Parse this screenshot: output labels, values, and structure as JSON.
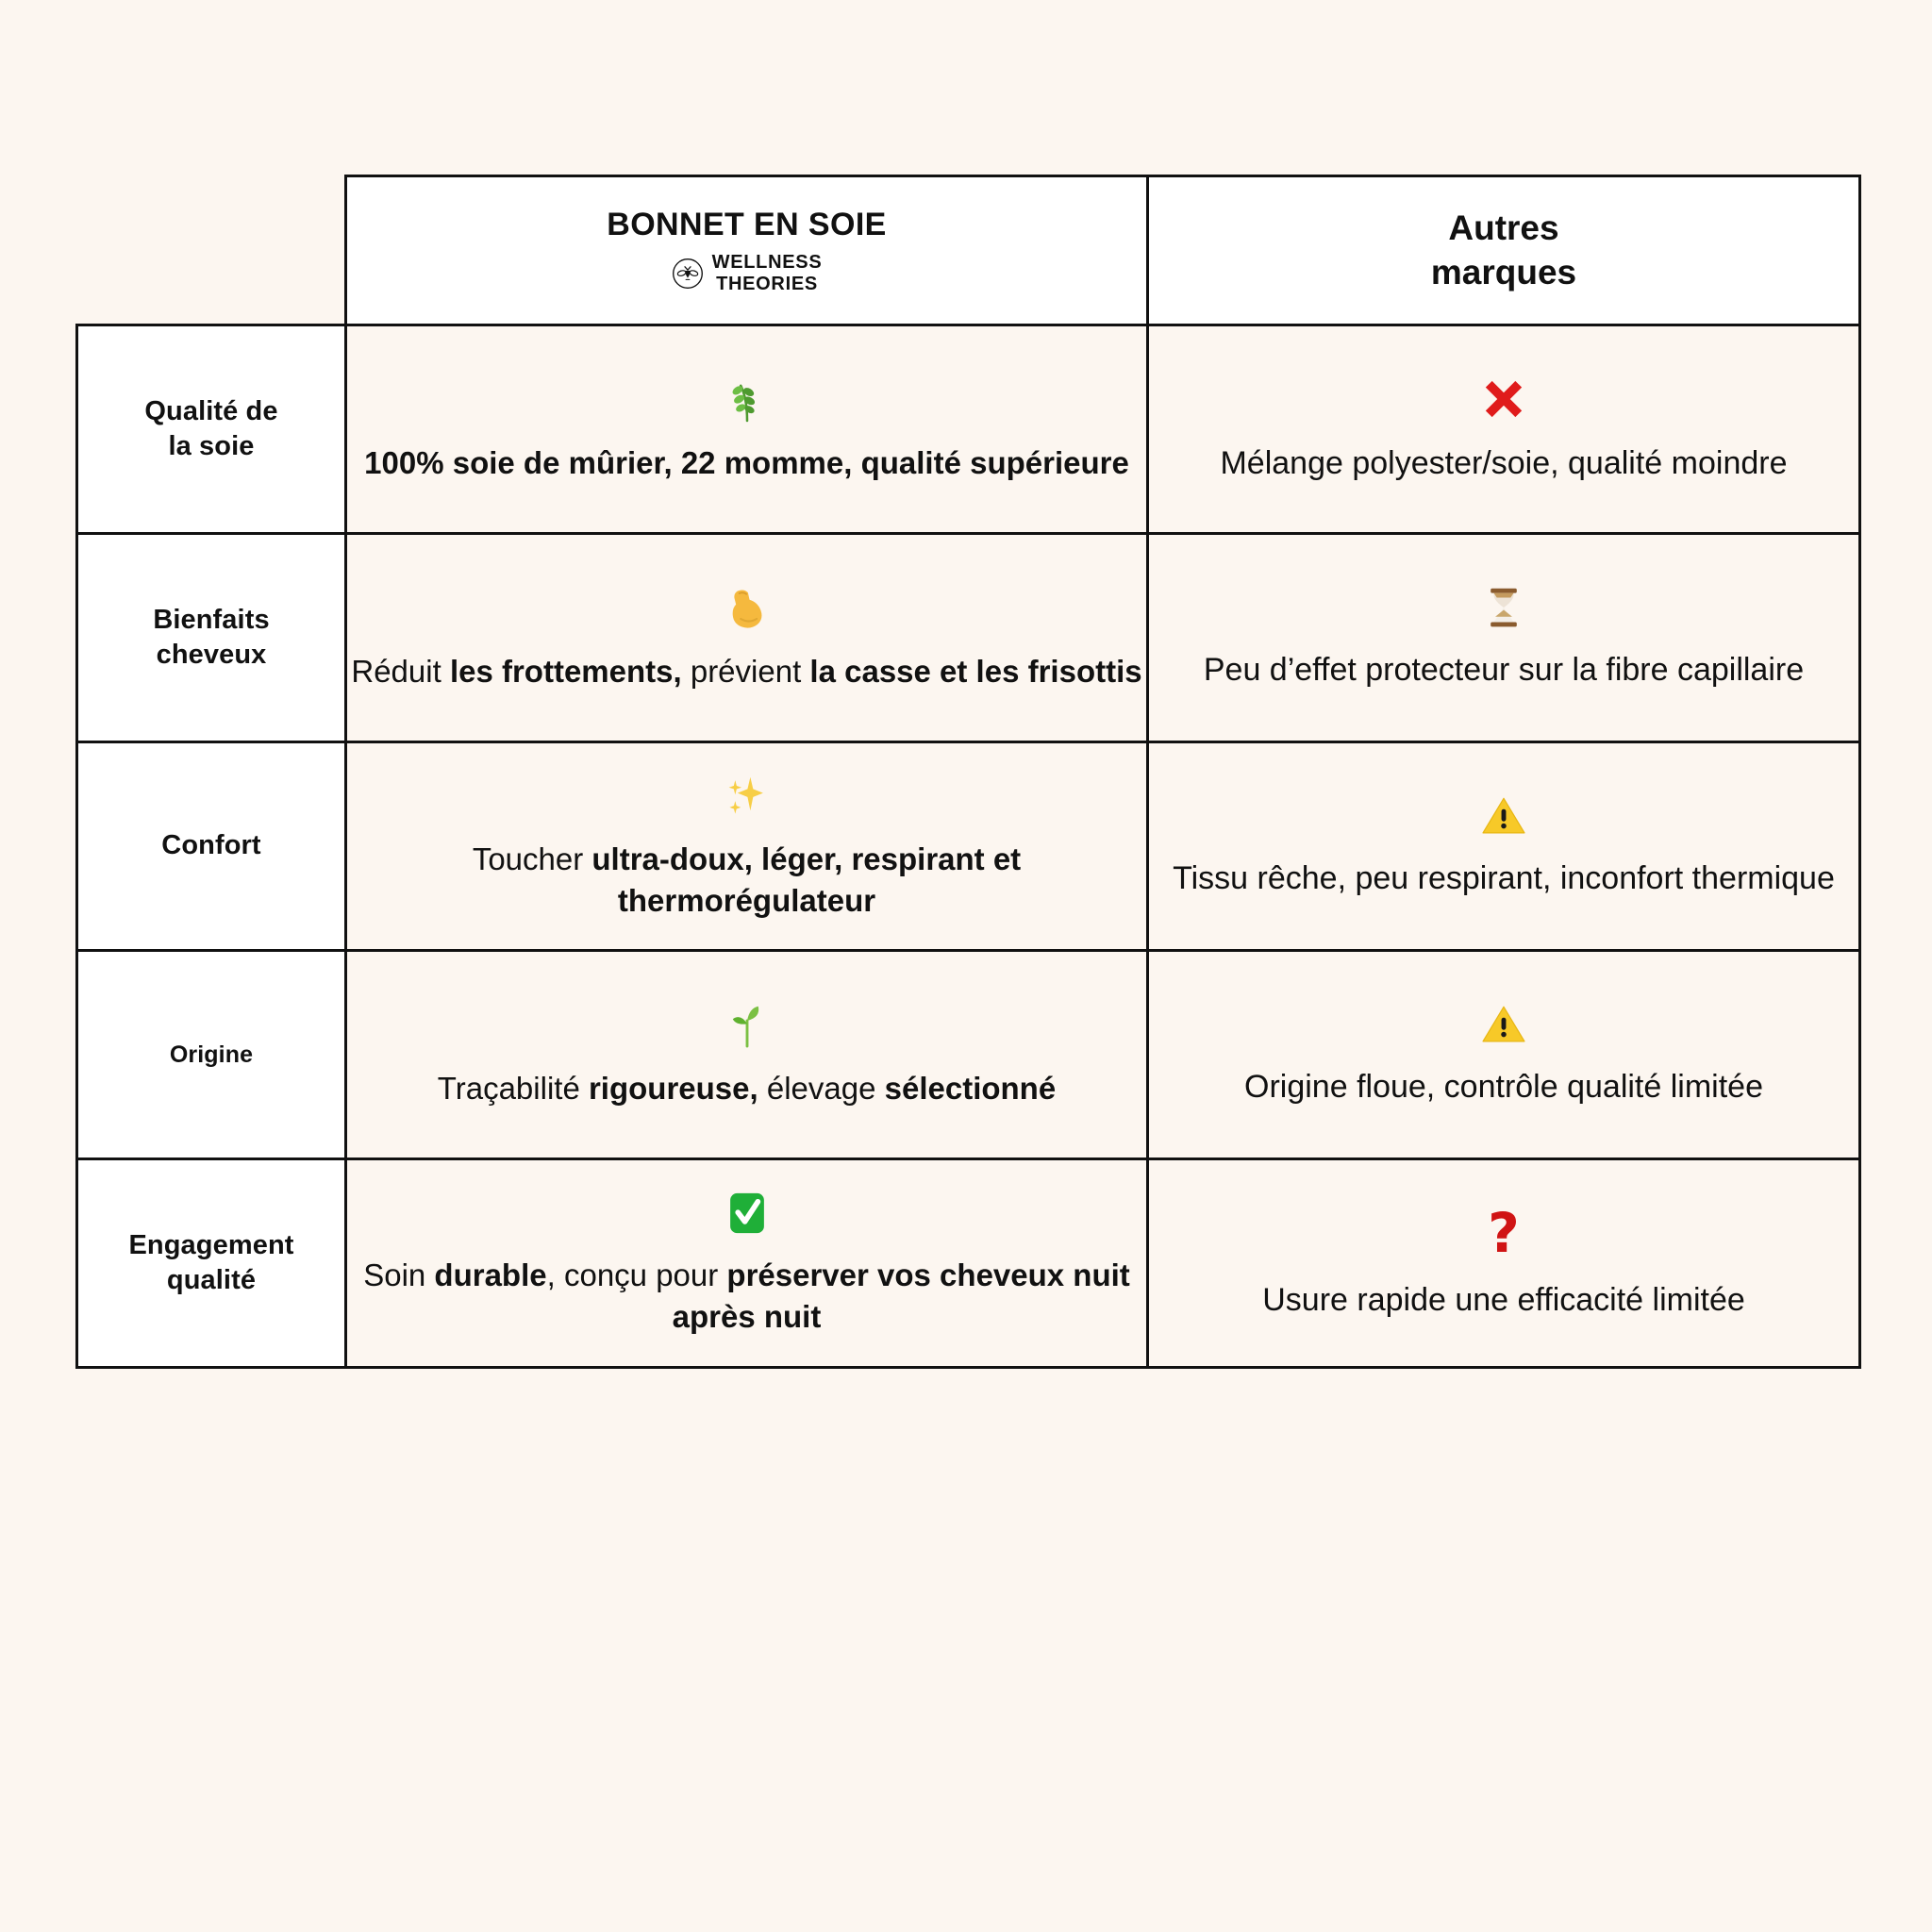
{
  "background_color": "#FCF6F0",
  "accent_colors": {
    "text": "#111111",
    "cell_white": "#FFFFFF",
    "cell_cream": "#FCF6F0",
    "border": "#111111",
    "red_mark": "#E01B1B",
    "green_check": "#22B24C",
    "warning_yellow": "#F7C928",
    "leaf_green": "#5BA83C"
  },
  "header": {
    "label_column": "",
    "brand_title": "BONNET EN SOIE",
    "brand_logo_line1": "WELLNESS",
    "brand_logo_line2": "THEORIES",
    "brand_logo_icon": "bee-in-circle-icon",
    "other_title_line1": "Autres",
    "other_title_line2": "marques"
  },
  "rows": [
    {
      "label": "Qualité de\nla soie",
      "label_size": "normal",
      "brand": {
        "icon": "herb-icon",
        "icon_glyph": "🌿",
        "text": "100% soie de mûrier, 22 momme, qualité supérieure",
        "segments": [
          {
            "t": "100% soie de mûrier, 22 momme, qualité supérieure",
            "b": true
          }
        ]
      },
      "other": {
        "icon": "cross-mark-icon",
        "icon_glyph": "✖",
        "text": "Mélange polyester/soie, qualité moindre"
      }
    },
    {
      "label": "Bienfaits\ncheveux",
      "label_size": "normal",
      "brand": {
        "icon": "flexed-biceps-icon",
        "icon_glyph": "💪",
        "text": "Réduit les frottements, prévient la casse et les frisottis",
        "segments": [
          {
            "t": "Réduit ",
            "b": false
          },
          {
            "t": "les frottements,",
            "b": true
          },
          {
            "t": " prévient ",
            "b": false
          },
          {
            "t": "la casse et les frisottis",
            "b": true
          }
        ]
      },
      "other": {
        "icon": "hourglass-icon",
        "icon_glyph": "⌛",
        "text": "Peu d’effet protecteur sur la fibre capillaire"
      }
    },
    {
      "label": "Confort",
      "label_size": "normal",
      "brand": {
        "icon": "sparkles-icon",
        "icon_glyph": "✨",
        "text": "Toucher ultra-doux, léger, respirant et thermorégulateur",
        "segments": [
          {
            "t": "Toucher ",
            "b": false
          },
          {
            "t": "ultra-doux, léger, respirant et thermorégulateur",
            "b": true
          }
        ]
      },
      "other": {
        "icon": "warning-triangle-icon",
        "icon_glyph": "⚠",
        "text": "Tissu rêche, peu respirant, inconfort thermique"
      }
    },
    {
      "label": "Origine",
      "label_size": "small",
      "brand": {
        "icon": "seedling-icon",
        "icon_glyph": "🌱",
        "text": "Traçabilité rigoureuse, élevage sélectionné",
        "segments": [
          {
            "t": "Traçabilité ",
            "b": false
          },
          {
            "t": "rigoureuse,",
            "b": true
          },
          {
            "t": " élevage ",
            "b": false
          },
          {
            "t": "sélectionné",
            "b": true
          }
        ]
      },
      "other": {
        "icon": "warning-triangle-icon",
        "icon_glyph": "⚠",
        "text": "Origine floue, contrôle qualité limitée"
      }
    },
    {
      "label": "Engagement\nqualité",
      "label_size": "normal",
      "brand": {
        "icon": "check-mark-button-icon",
        "icon_glyph": "✅",
        "text": "Soin durable, conçu pour préserver vos cheveux nuit après nuit",
        "segments": [
          {
            "t": "Soin ",
            "b": false
          },
          {
            "t": "durable",
            "b": true
          },
          {
            "t": ", conçu pour ",
            "b": false
          },
          {
            "t": "préserver vos cheveux nuit après nuit",
            "b": true
          }
        ]
      },
      "other": {
        "icon": "question-mark-icon",
        "icon_glyph": "❓",
        "text": "Usure rapide une efficacité limitée"
      }
    }
  ]
}
